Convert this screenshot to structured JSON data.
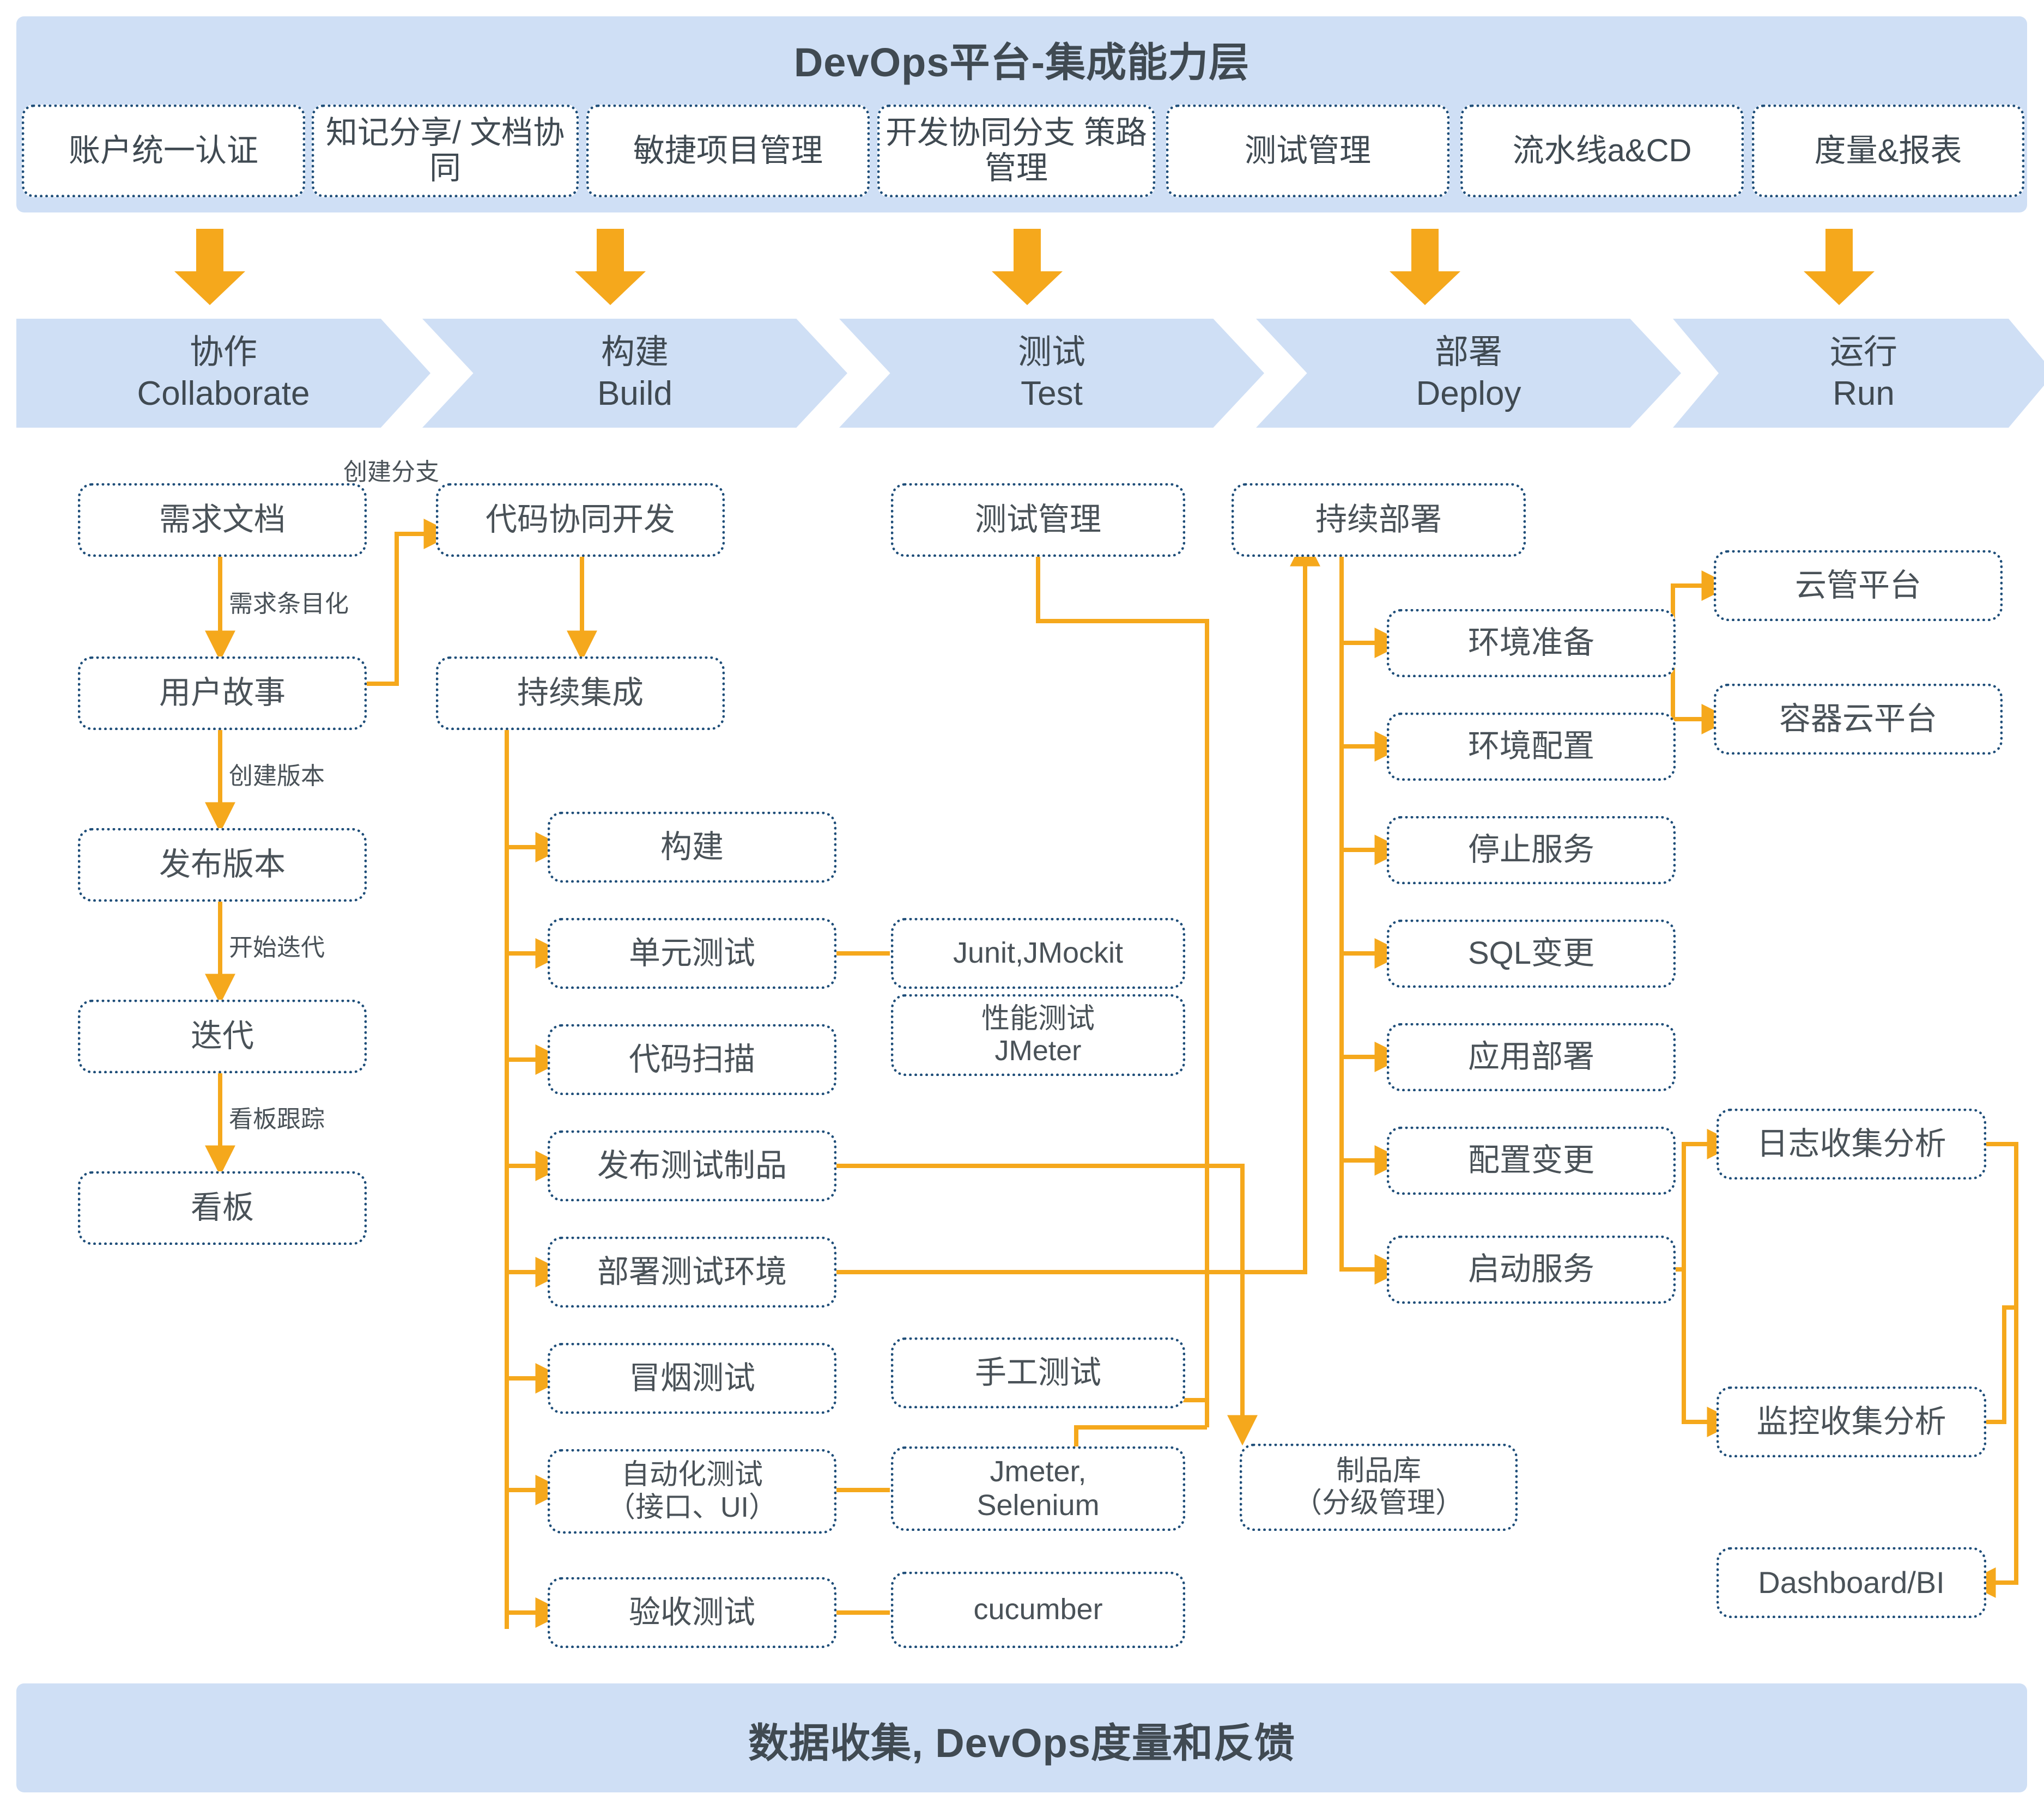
{
  "colors": {
    "banner_bg": "#cfdff5",
    "node_border": "#1f4e79",
    "arrow": "#f5a81c",
    "text": "#4a5258"
  },
  "header": {
    "title": "DevOps平台-集成能力层",
    "capabilities": [
      {
        "label": "账户统一认证"
      },
      {
        "label": "知记分享/\n文档协同"
      },
      {
        "label": "敏捷项目管理"
      },
      {
        "label": "开发协同分支\n策路管理"
      },
      {
        "label": "测试管理"
      },
      {
        "label": "流水线a&CD"
      },
      {
        "label": "度量&报表"
      }
    ]
  },
  "stages": [
    {
      "cn": "协作",
      "en": "Collaborate"
    },
    {
      "cn": "构建",
      "en": "Build"
    },
    {
      "cn": "测试",
      "en": "Test"
    },
    {
      "cn": "部署",
      "en": "Deploy"
    },
    {
      "cn": "运行",
      "en": "Run"
    }
  ],
  "collaborate": {
    "nodes": [
      {
        "label": "需求文档"
      },
      {
        "label": "用户故事"
      },
      {
        "label": "发布版本"
      },
      {
        "label": "迭代"
      },
      {
        "label": "看板"
      }
    ],
    "edge_labels": [
      "需求条目化",
      "创建版本",
      "开始迭代",
      "看板跟踪"
    ]
  },
  "build": {
    "head": [
      {
        "label": "代码协同开发"
      },
      {
        "label": "持续集成"
      }
    ],
    "branch_label": "创建分支",
    "steps": [
      {
        "label": "构建"
      },
      {
        "label": "单元测试"
      },
      {
        "label": "代码扫描"
      },
      {
        "label": "发布测试制品"
      },
      {
        "label": "部署测试环境"
      },
      {
        "label": "冒烟测试"
      },
      {
        "label": "自动化测试\n（接口、UI）"
      },
      {
        "label": "验收测试"
      }
    ]
  },
  "test": {
    "head": {
      "label": "测试管理"
    },
    "tools": [
      {
        "label": "Junit,JMockit"
      },
      {
        "label": "性能测试\nJMeter"
      },
      {
        "label": "手工测试"
      },
      {
        "label": "Jmeter,\nSelenium"
      },
      {
        "label": "cucumber"
      }
    ],
    "artifact": {
      "label": "制品库\n（分级管理）"
    }
  },
  "deploy": {
    "head": {
      "label": "持续部署"
    },
    "steps": [
      {
        "label": "环境准备"
      },
      {
        "label": "环境配置"
      },
      {
        "label": "停止服务"
      },
      {
        "label": "SQL变更"
      },
      {
        "label": "应用部署"
      },
      {
        "label": "配置变更"
      },
      {
        "label": "启动服务"
      }
    ]
  },
  "run": {
    "platforms": [
      {
        "label": "云管平台"
      },
      {
        "label": "容器云平台"
      }
    ],
    "analytics": [
      {
        "label": "日志收集分析"
      },
      {
        "label": "监控收集分析"
      },
      {
        "label": "Dashboard/BI"
      }
    ]
  },
  "footer": {
    "title": "数据收集, DevOps度量和反馈"
  }
}
